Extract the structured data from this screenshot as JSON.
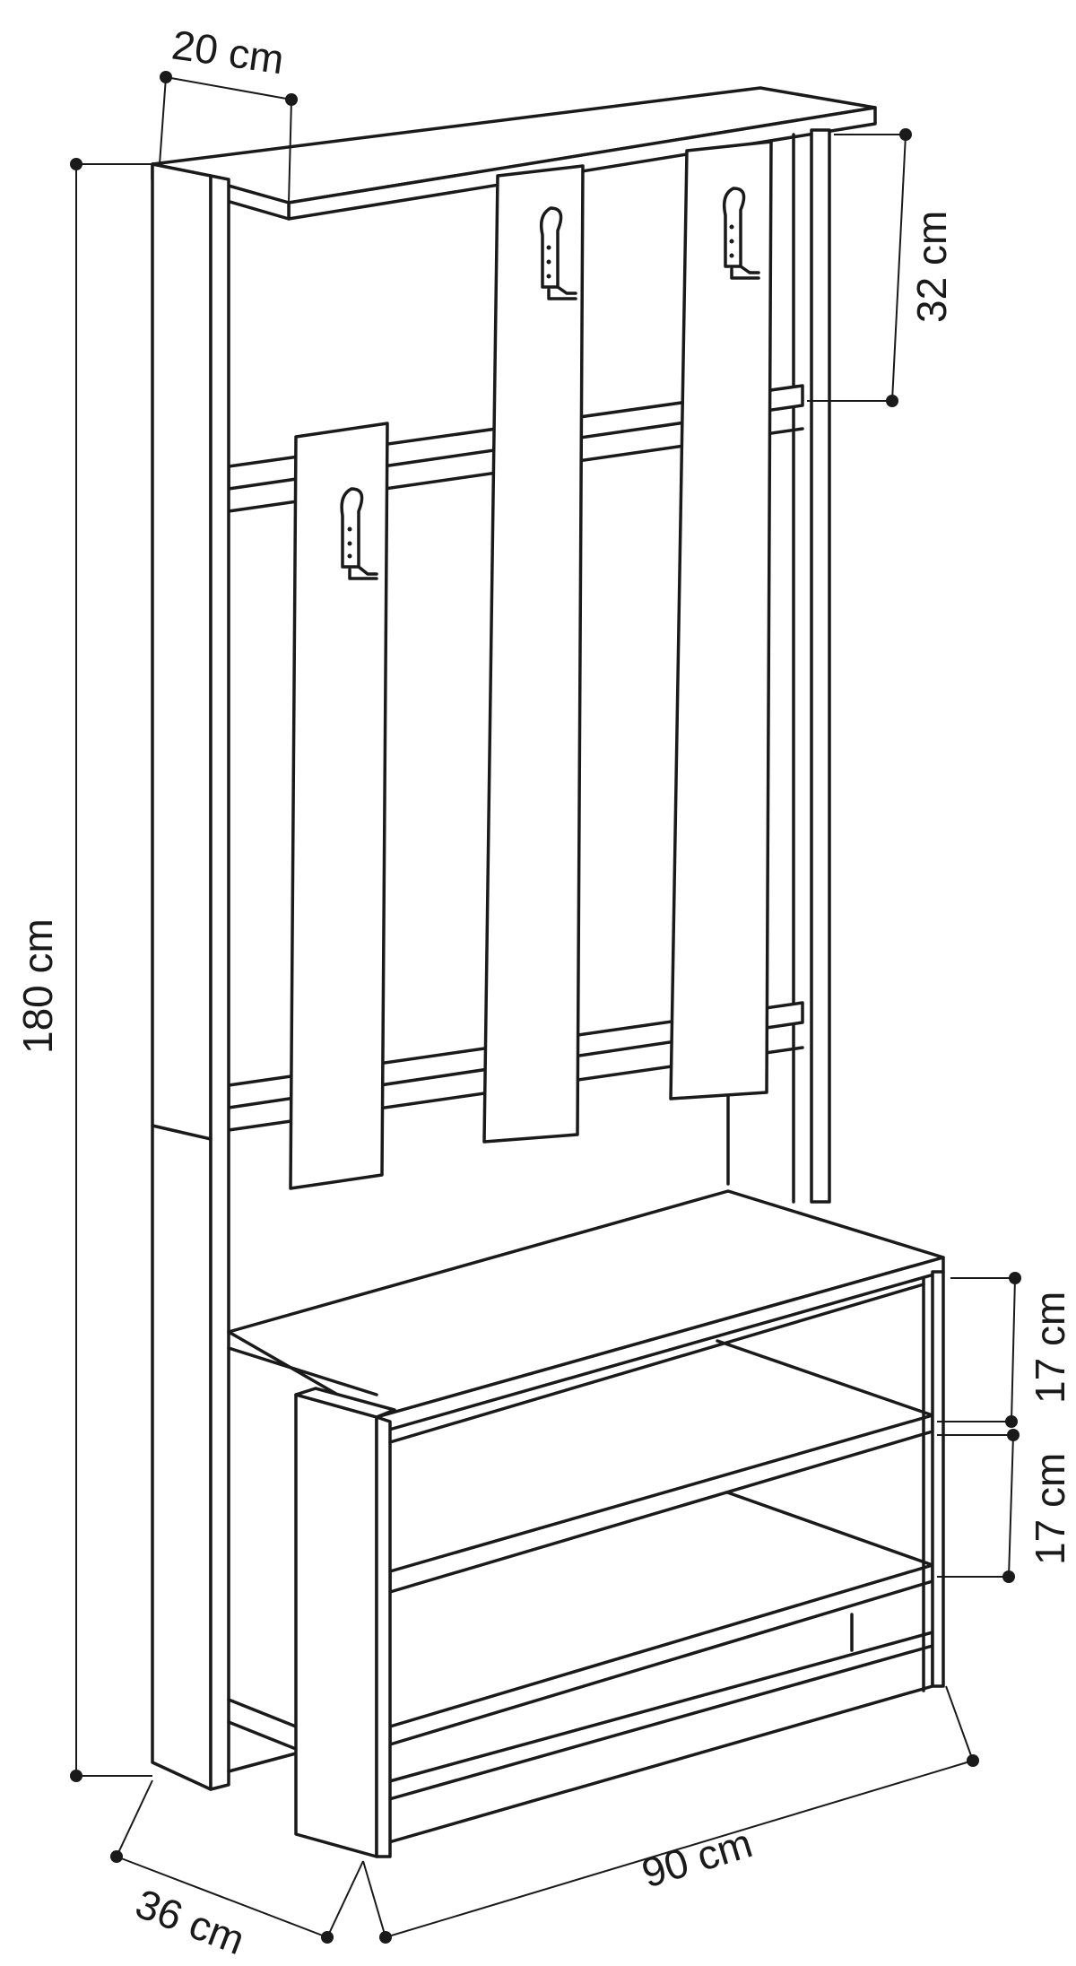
{
  "dimensions": {
    "width": "90 cm",
    "depth": "36 cm",
    "height": "180 cm",
    "top_shelf_depth": "20 cm",
    "upper_section_height": "32 cm",
    "shelf_upper_gap": "17 cm",
    "shelf_lower_gap": "17 cm"
  },
  "hooks": {
    "count": 3,
    "icon": "coat-hook-icon"
  },
  "colors": {
    "line": "#1a1a1a",
    "background": "#ffffff"
  }
}
